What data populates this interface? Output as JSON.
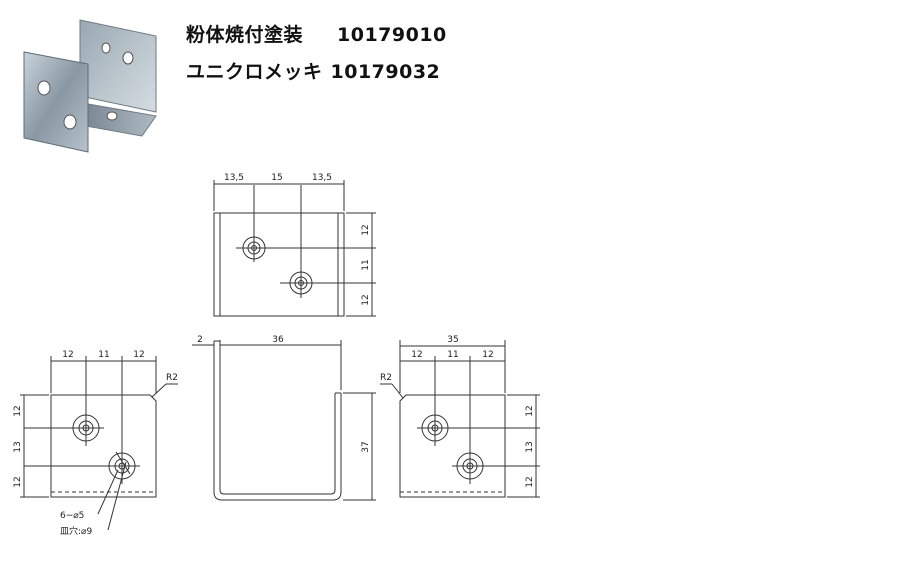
{
  "header": {
    "line1_name": "粉体焼付塗装",
    "line1_code": "10179010",
    "line2_name": "ユニクロメッキ",
    "line2_code": "10179032"
  },
  "product_photo": {
    "subject": "u-bracket-photo"
  },
  "drawing": {
    "top_view": {
      "dims_h": [
        "13,5",
        "15",
        "13,5"
      ],
      "dims_v": [
        "12",
        "11",
        "12"
      ]
    },
    "front_view": {
      "thickness": "2",
      "width": "36",
      "height": "37"
    },
    "left_view": {
      "dims_h": [
        "12",
        "11",
        "12"
      ],
      "dims_v": [
        "12",
        "13",
        "12"
      ],
      "radius": "R2",
      "hole_note_1": "6−⌀5",
      "hole_note_2": "皿穴:⌀9"
    },
    "right_view": {
      "overall": "35",
      "dims_h": [
        "12",
        "11",
        "12"
      ],
      "dims_v": [
        "12",
        "13",
        "12"
      ],
      "radius": "R2"
    }
  },
  "colors": {
    "line": "#333333",
    "text": "#111111"
  }
}
